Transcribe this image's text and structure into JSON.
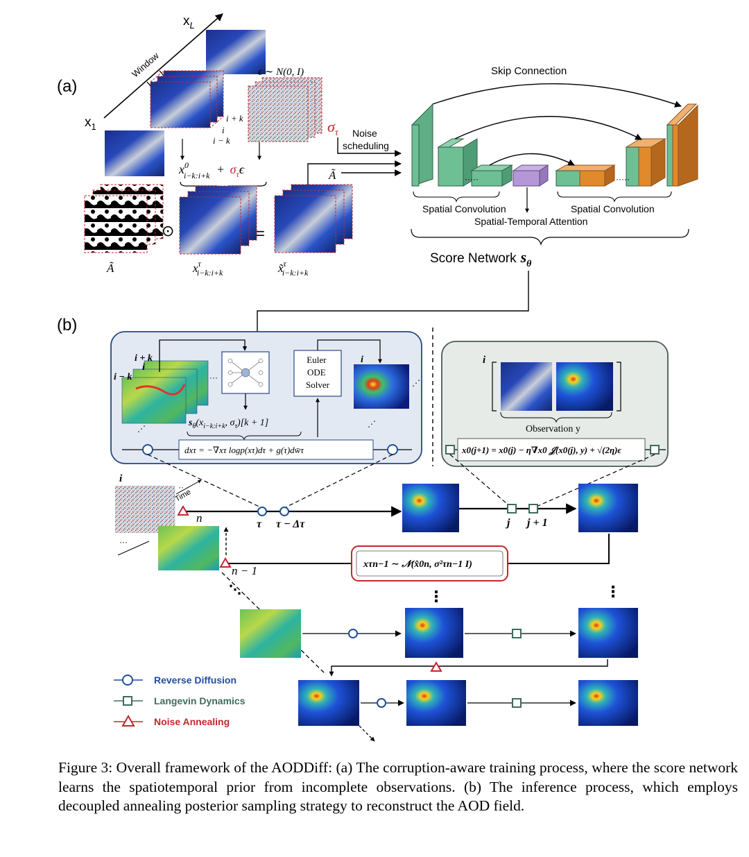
{
  "panel_a": {
    "label": "(a)",
    "axis_start": "x",
    "axis_start_sub": "1",
    "axis_end": "x",
    "axis_end_sub": "L",
    "window": "Window",
    "idx_ipk": "i + k",
    "idx_i": "i",
    "idx_imk": "i − k",
    "noise_eq": "ϵ ∼ N(0, I)",
    "sigma": "σ",
    "sigma_sub": "τ",
    "noise_sched_1": "Noise",
    "noise_sched_2": "scheduling",
    "x0_expr": "x",
    "x0_sup": "0",
    "x0_sub": "i−k:i+k",
    "plus": "+",
    "eps": "ϵ",
    "odot": "⊙",
    "equals": "=",
    "mask_label": "Ã",
    "a_tilde": "Ã",
    "xt_label": "x",
    "xt_sup": "τ",
    "xt_sub": "i−k:i+k",
    "xtt_label": "x̃",
    "xtt_sup": "τ",
    "xtt_sub": "i−k:i+k",
    "skip": "Skip Connection",
    "spatial_conv_left": "Spatial Convolution",
    "spatial_conv_right": "Spatial Convolution",
    "st_attention": "Spatial-Temporal Attention",
    "score_network": "Score Network",
    "s_theta": "s",
    "s_theta_sub": "θ"
  },
  "panel_b": {
    "label": "(b)",
    "ipk": "i + k",
    "i": "i",
    "imk": "i − k",
    "euler_1": "Euler",
    "euler_2": "ODE",
    "euler_3": "Solver",
    "score_expr": "s",
    "score_rest": "(x",
    "score_args": "i−k:i+k",
    "score_tail": ", σ",
    "score_end": ")[k + 1]",
    "sde": "dx_τ = −∇_{x_τ} logp(x_τ)dτ + g(τ)dw̄_τ",
    "sde_text": "dxτ = −∇xτ logp(xτ)dτ + g(τ)dw̄τ",
    "obs_i": "i",
    "observation": "Observation y",
    "langevin_text": "x0(j+1) = x0(j) − η∇x0 𝒥(x0(j), y) + √(2η)ϵ",
    "tl_i": "i",
    "time": "Time",
    "n": "n",
    "n_minus_1": "n − 1",
    "tau": "τ",
    "tau_minus": "τ − Δτ",
    "j": "j",
    "j_plus": "j + 1",
    "anneal_text": "xτn−1 ∼ 𝒩(x̂0n, σ²τn−1 I)",
    "dots": "⋮"
  },
  "legend": {
    "items": [
      {
        "label": "Reverse Diffusion",
        "color": "#1f4e9c",
        "icon": "circle-marker"
      },
      {
        "label": "Langevin Dynamics",
        "color": "#3f6b5c",
        "icon": "square-marker"
      },
      {
        "label": "Noise Annealing",
        "color": "#c0282d",
        "icon": "triangle-marker"
      }
    ]
  },
  "caption": "Figure 3: Overall framework of the AODDiff: (a) The corruption-aware training process, where the score network learns the spatiotemporal prior from incomplete observations. (b) The inference process, which employs decoupled annealing posterior sampling strategy to reconstruct the AOD field.",
  "colors": {
    "blue_circle": "#1f4e9c",
    "green_square": "#3f6b5c",
    "red_triangle": "#c0282d",
    "unet_green": "#6fbf95",
    "unet_orange": "#e08a2b",
    "unet_purple": "#b596d6",
    "box_b_left_border": "#27487e",
    "box_b_right_border": "#4a5a55"
  }
}
